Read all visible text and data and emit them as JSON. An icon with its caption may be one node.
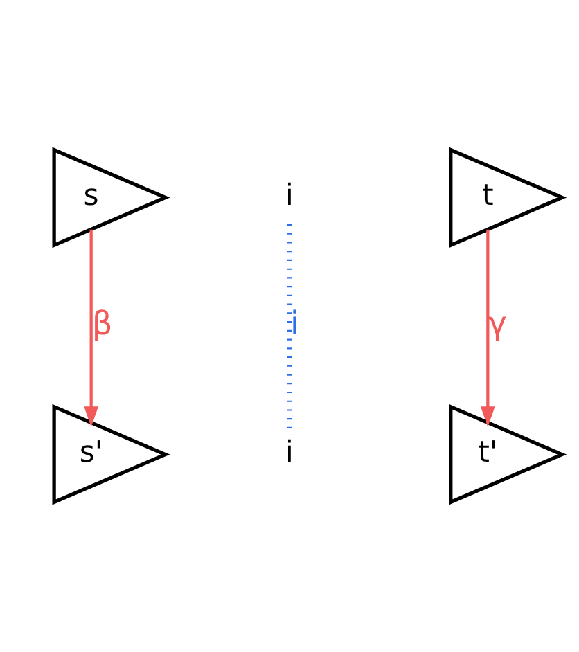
{
  "diagram": {
    "nodes": [
      {
        "text": [
          "s"
        ]
      },
      {
        "text": [
          "i"
        ]
      },
      {
        "text": [
          "t"
        ]
      },
      {
        "text": [
          "s'"
        ]
      },
      {
        "text": [
          "i"
        ]
      },
      {
        "text": [
          "t'"
        ]
      }
    ],
    "edges": [
      {
        "from": 0,
        "to": 3,
        "arrow": "to",
        "label": "β",
        "color": "#f25a5a"
      },
      {
        "from": 1,
        "to": 4,
        "arrow": "none",
        "label": "i",
        "style": "dashed",
        "color": "#2f6fe8"
      },
      {
        "from": 2,
        "to": 5,
        "arrow": "to",
        "label": "γ",
        "color": "#f25a5a"
      }
    ]
  }
}
